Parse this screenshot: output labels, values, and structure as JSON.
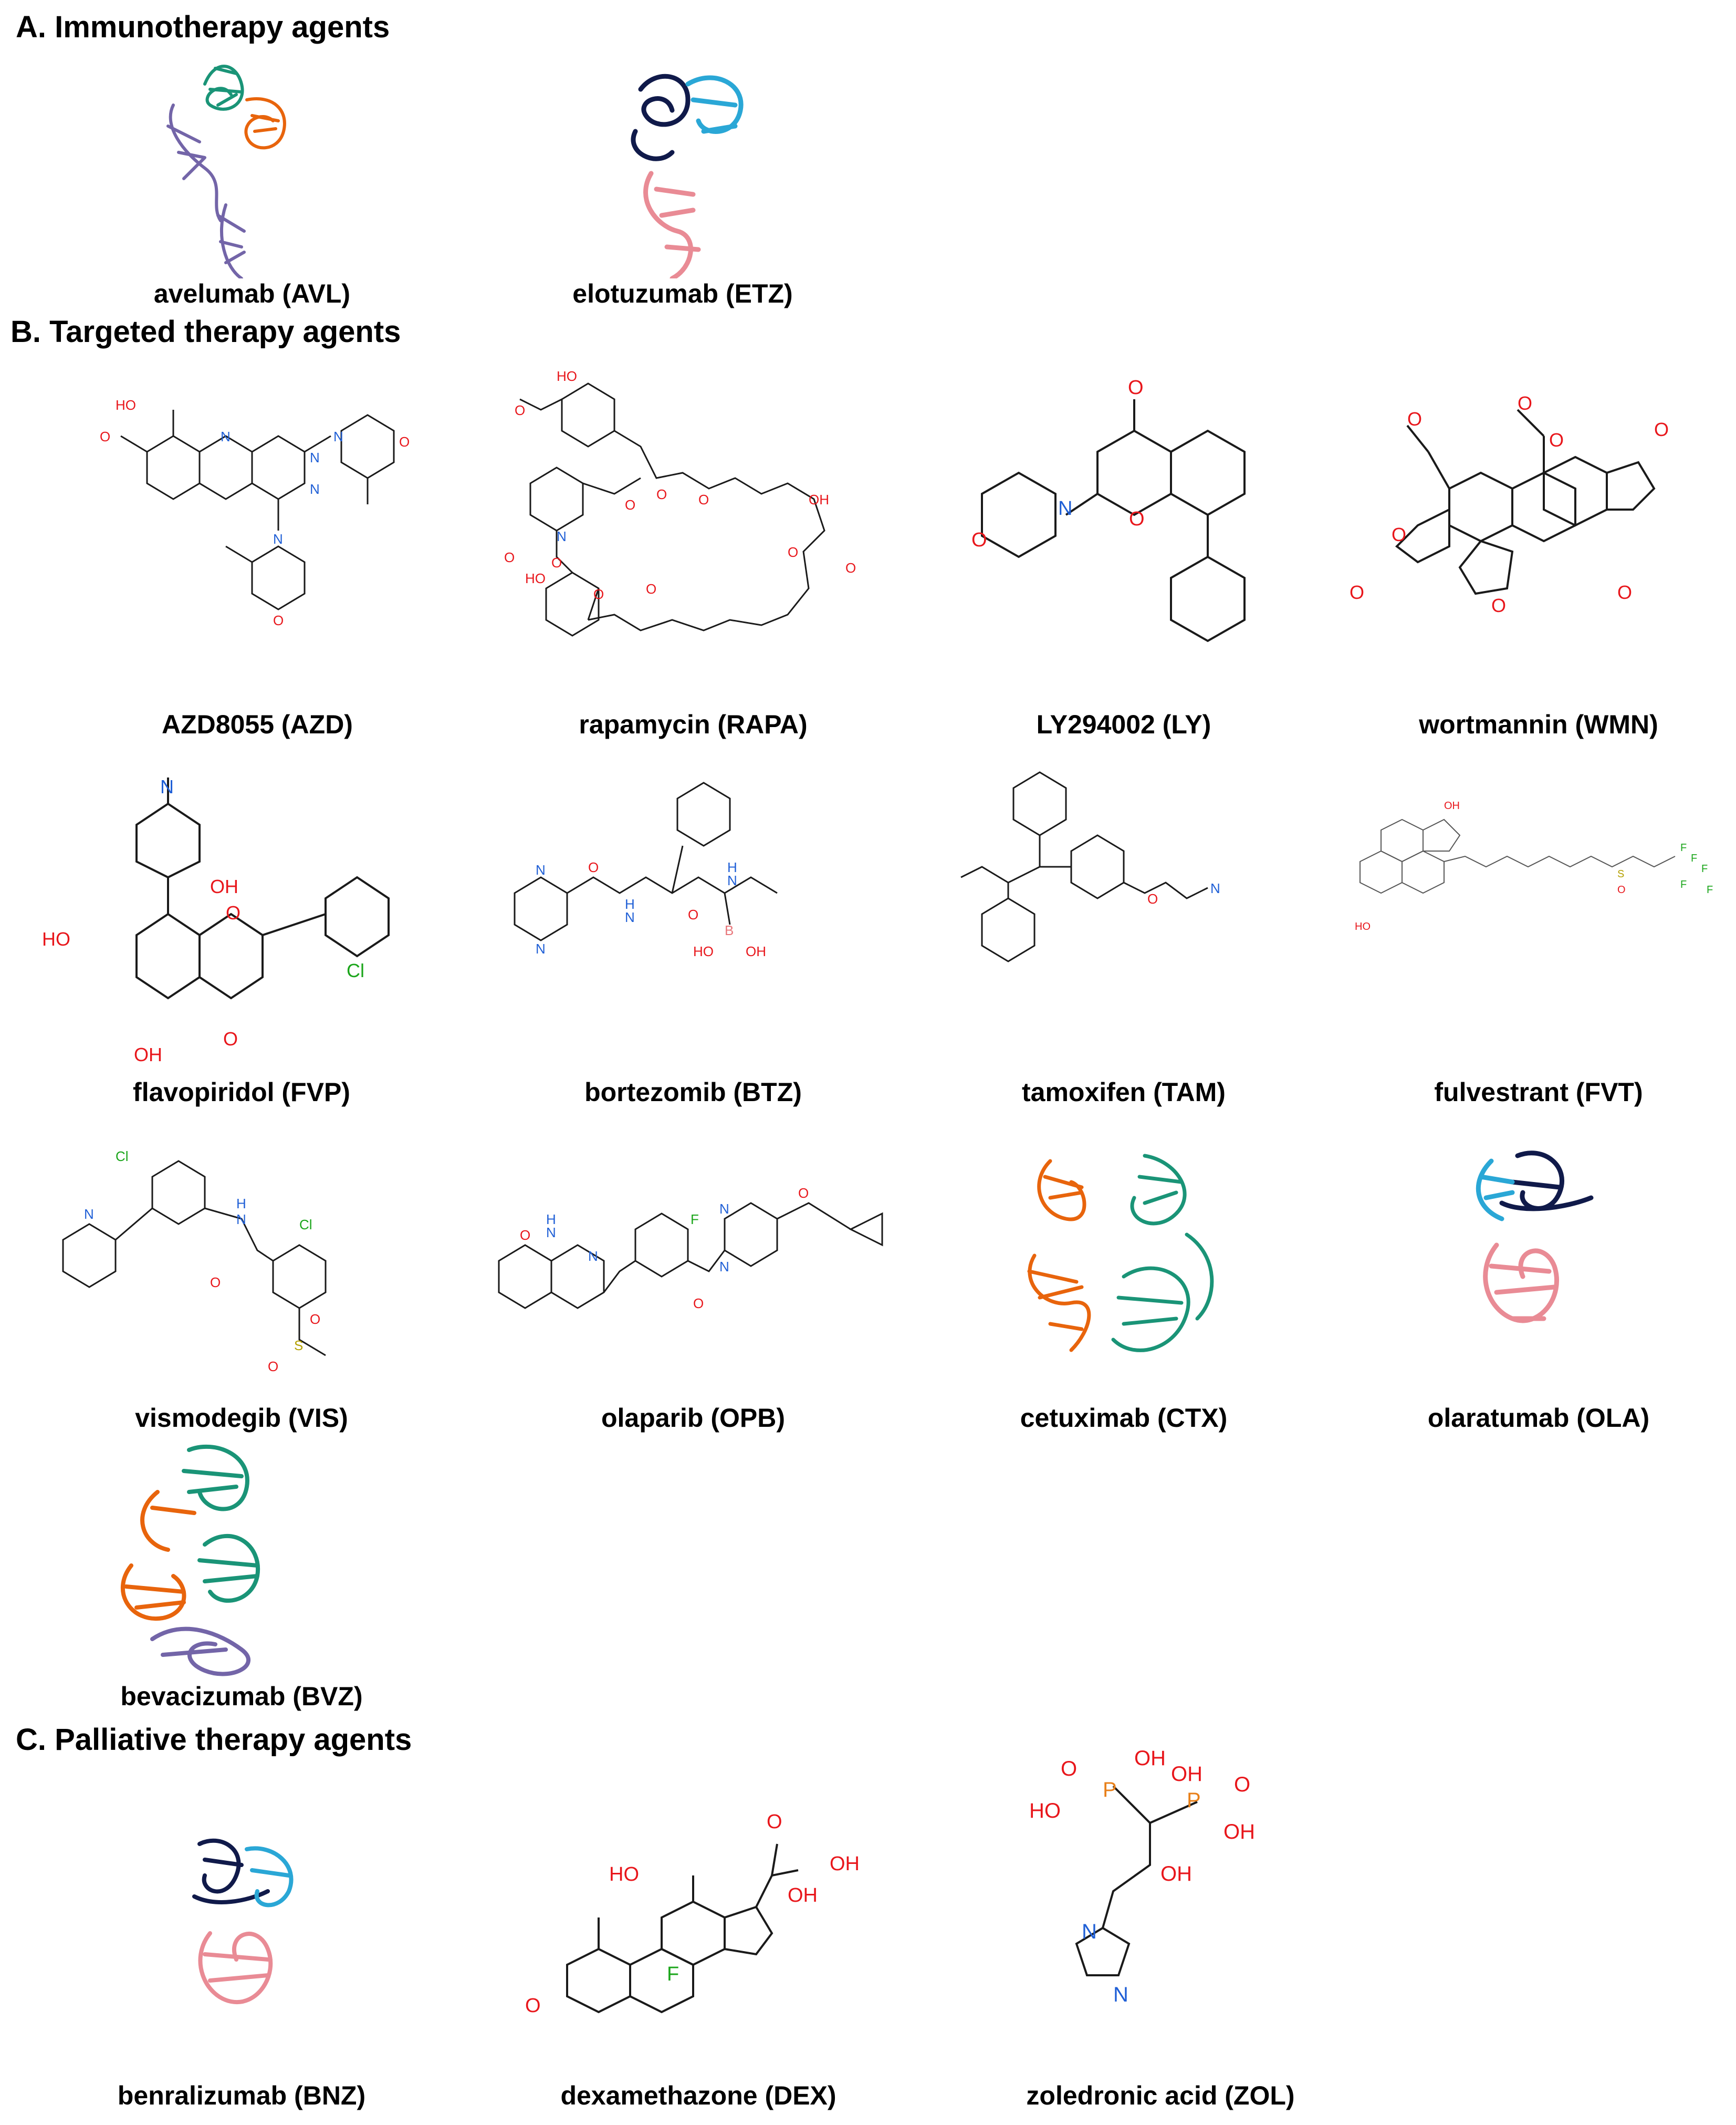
{
  "colors": {
    "bond": "#1a1a1a",
    "oxygen": "#e8161b",
    "nitrogen": "#1f5fd6",
    "chlorine": "#1aa51a",
    "fluorine": "#1aa51a",
    "phosphorus": "#e8801a",
    "boron": "#e8767a",
    "sulfur": "#b4a000",
    "teal": "#1a9477",
    "orange": "#e8640c",
    "purple": "#7365a8",
    "navy": "#101a4a",
    "sky": "#2aa7d6",
    "pink": "#e98b95"
  },
  "sections": [
    {
      "title": "A. Immunotherapy agents",
      "items": [
        {
          "caption": "avelumab (AVL)",
          "kind": "protein",
          "chains": [
            "teal",
            "orange",
            "purple"
          ]
        },
        {
          "caption": "elotuzumab (ETZ)",
          "kind": "protein",
          "chains": [
            "navy",
            "sky",
            "pink"
          ]
        }
      ]
    },
    {
      "title": "B. Targeted therapy agents",
      "items": [
        {
          "caption": "AZD8055 (AZD)",
          "kind": "molecule",
          "atoms": [
            "HO",
            "O",
            "N",
            "N",
            "N",
            "N",
            "O",
            "N",
            "O"
          ]
        },
        {
          "caption": "rapamycin (RAPA)",
          "kind": "molecule",
          "atoms": [
            "HO",
            "O",
            "N",
            "O",
            "O",
            "O",
            "O",
            "HO",
            "O",
            "O",
            "O",
            "OH",
            "O",
            "O"
          ]
        },
        {
          "caption": "LY294002 (LY)",
          "kind": "molecule",
          "atoms": [
            "O",
            "O",
            "N",
            "O"
          ]
        },
        {
          "caption": "wortmannin (WMN)",
          "kind": "molecule",
          "atoms": [
            "O",
            "O",
            "O",
            "O",
            "O",
            "O",
            "O",
            "O"
          ]
        },
        {
          "caption": "flavopiridol (FVP)",
          "kind": "molecule",
          "atoms": [
            "N",
            "OH",
            "HO",
            "O",
            "Cl",
            "OH",
            "O"
          ]
        },
        {
          "caption": "bortezomib (BTZ)",
          "kind": "molecule",
          "atoms": [
            "N",
            "N",
            "O",
            "H",
            "N",
            "O",
            "H",
            "N",
            "B",
            "HO",
            "OH"
          ]
        },
        {
          "caption": "tamoxifen (TAM)",
          "kind": "molecule",
          "atoms": [
            "O",
            "N"
          ]
        },
        {
          "caption": "fulvestrant (FVT)",
          "kind": "molecule",
          "atoms": [
            "OH",
            "S",
            "O",
            "F",
            "F",
            "F",
            "F",
            "F",
            "HO"
          ]
        },
        {
          "caption": "vismodegib (VIS)",
          "kind": "molecule",
          "atoms": [
            "Cl",
            "N",
            "H",
            "N",
            "Cl",
            "O",
            "S",
            "O",
            "O"
          ]
        },
        {
          "caption": "olaparib (OPB)",
          "kind": "molecule",
          "atoms": [
            "O",
            "H",
            "N",
            "N",
            "F",
            "N",
            "O",
            "N",
            "O"
          ]
        },
        {
          "caption": "cetuximab (CTX)",
          "kind": "protein",
          "chains": [
            "orange",
            "teal"
          ]
        },
        {
          "caption": "olaratumab (OLA)",
          "kind": "protein",
          "chains": [
            "navy",
            "sky",
            "pink"
          ]
        },
        {
          "caption": "bevacizumab (BVZ)",
          "kind": "protein",
          "chains": [
            "teal",
            "orange",
            "purple"
          ]
        }
      ]
    },
    {
      "title": "C. Palliative therapy agents",
      "items": [
        {
          "caption": "benralizumab (BNZ)",
          "kind": "protein",
          "chains": [
            "navy",
            "sky",
            "pink"
          ]
        },
        {
          "caption": "dexamethazone (DEX)",
          "kind": "molecule",
          "atoms": [
            "O",
            "OH",
            "HO",
            "OH",
            "F",
            "O"
          ]
        },
        {
          "caption": "zoledronic acid (ZOL)",
          "kind": "molecule",
          "atoms": [
            "O",
            "OH",
            "P",
            "HO",
            "OH",
            "P",
            "O",
            "OH",
            "OH",
            "N",
            "N"
          ]
        }
      ]
    }
  ]
}
